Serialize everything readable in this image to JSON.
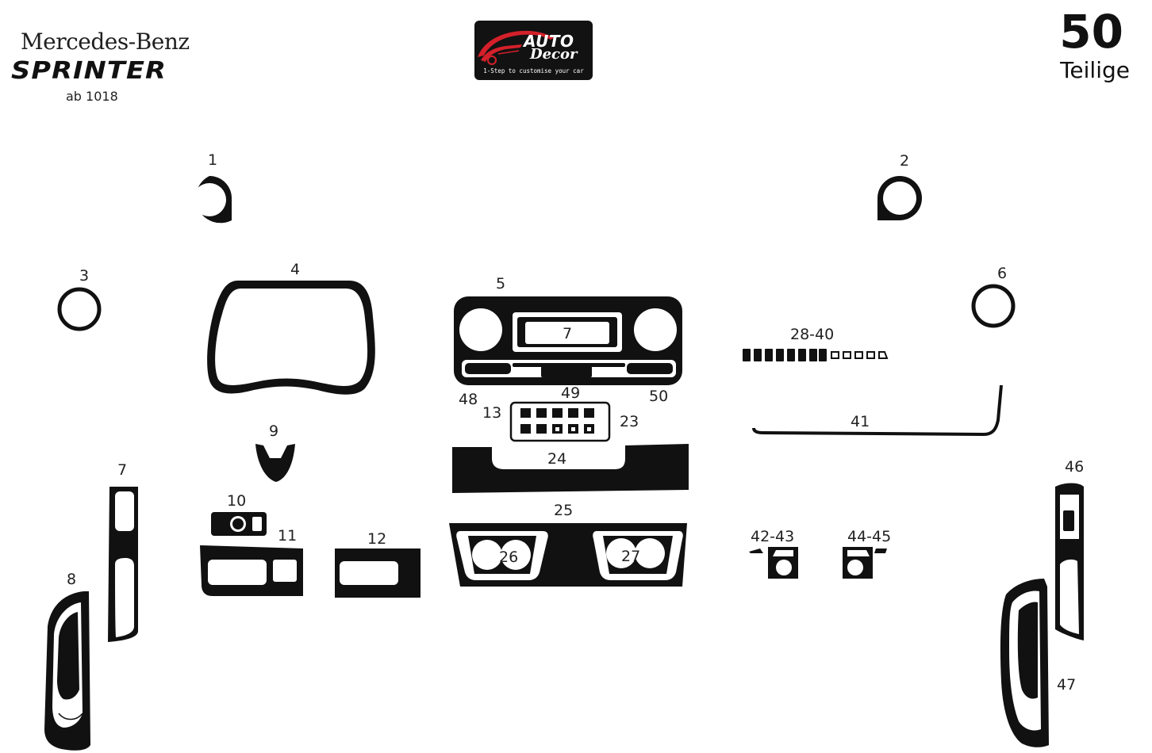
{
  "header": {
    "make": "Mercedes-Benz",
    "model": "SPRINTER",
    "subtitle": "ab 1018",
    "piece_count": "50",
    "piece_label": "Teilige"
  },
  "logo": {
    "name": "AUTO",
    "name2": "Decor",
    "tagline": "1-Step to customise your car",
    "accent_color": "#d4202a"
  },
  "colors": {
    "part": "#111111",
    "background": "#ffffff"
  },
  "parts": [
    {
      "id": "p1",
      "label": "1"
    },
    {
      "id": "p2",
      "label": "2"
    },
    {
      "id": "p3",
      "label": "3"
    },
    {
      "id": "p4",
      "label": "4"
    },
    {
      "id": "p5",
      "label": "5"
    },
    {
      "id": "p6",
      "label": "6"
    },
    {
      "id": "p7c",
      "label": "7"
    },
    {
      "id": "p7",
      "label": "7"
    },
    {
      "id": "p8",
      "label": "8"
    },
    {
      "id": "p9",
      "label": "9"
    },
    {
      "id": "p10",
      "label": "10"
    },
    {
      "id": "p11",
      "label": "11"
    },
    {
      "id": "p12",
      "label": "12"
    },
    {
      "id": "p13",
      "label": "13"
    },
    {
      "id": "p23",
      "label": "23"
    },
    {
      "id": "p24",
      "label": "24"
    },
    {
      "id": "p25",
      "label": "25"
    },
    {
      "id": "p26",
      "label": "26"
    },
    {
      "id": "p27",
      "label": "27"
    },
    {
      "id": "p28",
      "label": "28-40"
    },
    {
      "id": "p41",
      "label": "41"
    },
    {
      "id": "p42",
      "label": "42-43"
    },
    {
      "id": "p44",
      "label": "44-45"
    },
    {
      "id": "p46",
      "label": "46"
    },
    {
      "id": "p47",
      "label": "47"
    },
    {
      "id": "p48",
      "label": "48"
    },
    {
      "id": "p49",
      "label": "49"
    },
    {
      "id": "p50",
      "label": "50"
    }
  ]
}
